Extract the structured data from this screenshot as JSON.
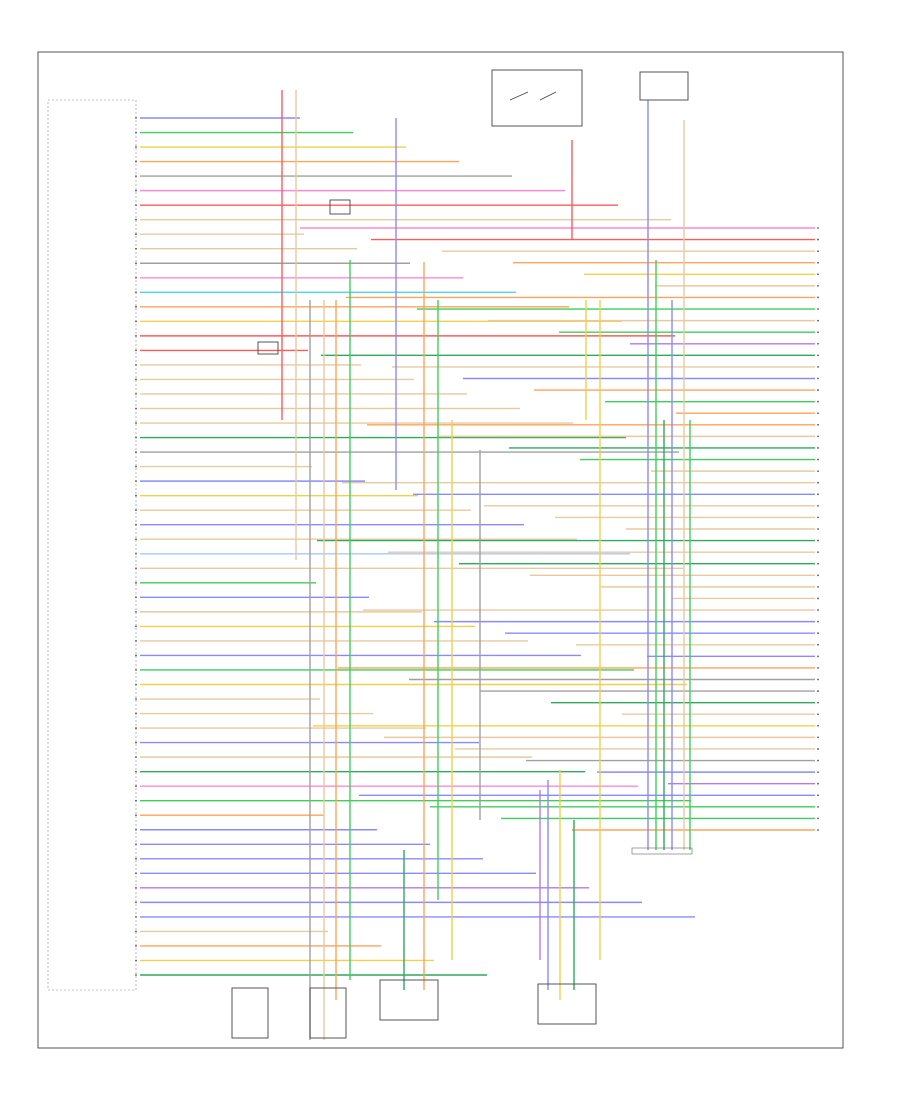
{
  "diagram": {
    "colors": {
      "red": "#ff5a5a",
      "blue": "#8a8aff",
      "green": "#3ecf5a",
      "yellow": "#f2d04a",
      "tan": "#e8c9a0",
      "orange": "#ffa25a",
      "pink": "#ff8ad0",
      "cyan": "#4ad6e6",
      "purple": "#b47ae6",
      "gray": "#a0a0a0",
      "lightblue": "#a8c8ff",
      "dkgreen": "#2eaa5a"
    },
    "left_rows": [
      {
        "color": "blue"
      },
      {
        "color": "green"
      },
      {
        "color": "yellow"
      },
      {
        "color": "orange"
      },
      {
        "color": "gray"
      },
      {
        "color": "pink"
      },
      {
        "color": "red"
      },
      {
        "color": "tan"
      },
      {
        "color": "tan"
      },
      {
        "color": "tan"
      },
      {
        "color": "gray"
      },
      {
        "color": "pink"
      },
      {
        "color": "cyan"
      },
      {
        "color": "orange"
      },
      {
        "color": "yellow"
      },
      {
        "color": "red"
      },
      {
        "color": "red"
      },
      {
        "color": "tan"
      },
      {
        "color": "tan"
      },
      {
        "color": "tan"
      },
      {
        "color": "tan"
      },
      {
        "color": "tan"
      },
      {
        "color": "dkgreen"
      },
      {
        "color": "gray"
      },
      {
        "color": "tan"
      },
      {
        "color": "blue"
      },
      {
        "color": "yellow"
      },
      {
        "color": "tan"
      },
      {
        "color": "blue"
      },
      {
        "color": "tan"
      },
      {
        "color": "lightblue"
      },
      {
        "color": "tan"
      },
      {
        "color": "green"
      },
      {
        "color": "blue"
      },
      {
        "color": "tan"
      },
      {
        "color": "yellow"
      },
      {
        "color": "tan"
      },
      {
        "color": "blue"
      },
      {
        "color": "green"
      },
      {
        "color": "yellow"
      },
      {
        "color": "tan"
      },
      {
        "color": "tan"
      },
      {
        "color": "tan"
      },
      {
        "color": "blue"
      },
      {
        "color": "tan"
      },
      {
        "color": "dkgreen"
      },
      {
        "color": "pink"
      },
      {
        "color": "green"
      },
      {
        "color": "orange"
      },
      {
        "color": "blue"
      },
      {
        "color": "blue"
      },
      {
        "color": "blue"
      },
      {
        "color": "blue"
      },
      {
        "color": "purple"
      },
      {
        "color": "blue"
      },
      {
        "color": "blue"
      },
      {
        "color": "tan"
      },
      {
        "color": "orange"
      },
      {
        "color": "yellow"
      },
      {
        "color": "dkgreen"
      }
    ],
    "right_rows": [
      {
        "color": "pink"
      },
      {
        "color": "red"
      },
      {
        "color": "tan"
      },
      {
        "color": "orange"
      },
      {
        "color": "yellow"
      },
      {
        "color": "tan"
      },
      {
        "color": "orange"
      },
      {
        "color": "green"
      },
      {
        "color": "tan"
      },
      {
        "color": "green"
      },
      {
        "color": "purple"
      },
      {
        "color": "dkgreen"
      },
      {
        "color": "tan"
      },
      {
        "color": "blue"
      },
      {
        "color": "orange"
      },
      {
        "color": "green"
      },
      {
        "color": "orange"
      },
      {
        "color": "orange"
      },
      {
        "color": "tan"
      },
      {
        "color": "dkgreen"
      },
      {
        "color": "green"
      },
      {
        "color": "tan"
      },
      {
        "color": "tan"
      },
      {
        "color": "blue"
      },
      {
        "color": "tan"
      },
      {
        "color": "tan"
      },
      {
        "color": "tan"
      },
      {
        "color": "dkgreen"
      },
      {
        "color": "tan"
      },
      {
        "color": "dkgreen"
      },
      {
        "color": "tan"
      },
      {
        "color": "tan"
      },
      {
        "color": "tan"
      },
      {
        "color": "tan"
      },
      {
        "color": "blue"
      },
      {
        "color": "blue"
      },
      {
        "color": "tan"
      },
      {
        "color": "blue"
      },
      {
        "color": "orange"
      },
      {
        "color": "gray"
      },
      {
        "color": "gray"
      },
      {
        "color": "dkgreen"
      },
      {
        "color": "tan"
      },
      {
        "color": "yellow"
      },
      {
        "color": "tan"
      },
      {
        "color": "tan"
      },
      {
        "color": "gray"
      },
      {
        "color": "blue"
      },
      {
        "color": "purple"
      },
      {
        "color": "blue"
      },
      {
        "color": "green"
      },
      {
        "color": "green"
      },
      {
        "color": "orange"
      }
    ]
  }
}
